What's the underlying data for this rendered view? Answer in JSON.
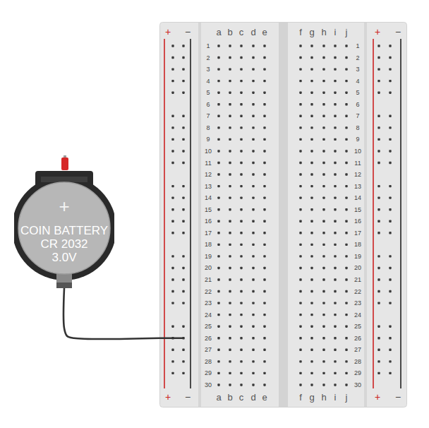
{
  "diagram": {
    "nodes": [
      {
        "text": [
          "+",
          "COIN BATTERY",
          "CR 2032",
          "3.0V"
        ]
      },
      {
        "text": [
          "+",
          "−",
          "a",
          "b",
          "c",
          "d",
          "e",
          "f",
          "g",
          "h",
          "i",
          "j",
          "+",
          "−",
          "1",
          "1",
          "2",
          "2",
          "3",
          "3",
          "4",
          "4",
          "5",
          "5",
          "6",
          "6",
          "7",
          "7",
          "8",
          "8",
          "9",
          "9",
          "10",
          "10",
          "11",
          "11",
          "12",
          "12",
          "13",
          "13",
          "14",
          "14",
          "15",
          "15",
          "16",
          "16",
          "17",
          "17",
          "18",
          "18",
          "19",
          "19",
          "20",
          "20",
          "21",
          "21",
          "22",
          "22",
          "23",
          "23",
          "24",
          "24",
          "25",
          "25",
          "26",
          "26",
          "27",
          "27",
          "28",
          "28",
          "29",
          "29",
          "30",
          "30",
          "+",
          "−",
          "a",
          "b",
          "c",
          "d",
          "e",
          "f",
          "g",
          "h",
          "i",
          "j",
          "+",
          "−"
        ]
      }
    ],
    "edges": [
      {
        "from": 0,
        "to": 1,
        "arrow": "none"
      }
    ]
  }
}
